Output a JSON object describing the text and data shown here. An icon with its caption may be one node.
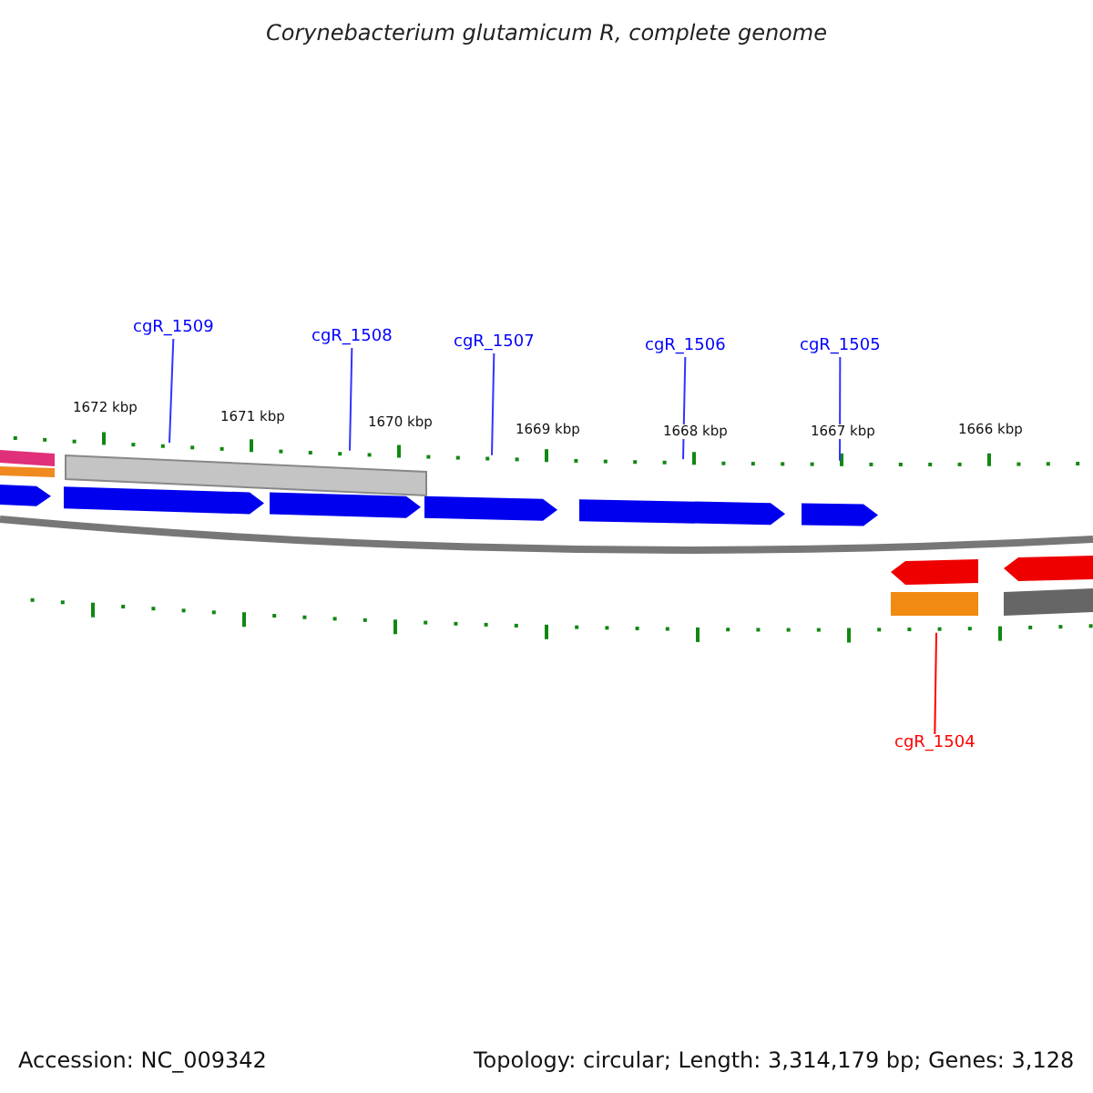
{
  "diagram": {
    "title": "Corynebacterium glutamicum R, complete genome",
    "nodes": [
      {
        "text": [
          "cgR_1509"
        ]
      },
      {
        "text": [
          "cgR_1508"
        ]
      },
      {
        "text": [
          "cgR_1507"
        ]
      },
      {
        "text": [
          "cgR_1506"
        ]
      },
      {
        "text": [
          "cgR_1505"
        ]
      },
      {
        "text": [
          "cgR_1504"
        ]
      },
      {
        "text": [],
        "shape": "scale"
      },
      {
        "text": [],
        "shape": "scale"
      }
    ],
    "edges": [
      {
        "from": 0,
        "to": 6,
        "arrow": "none"
      },
      {
        "from": 1,
        "to": 6,
        "arrow": "none"
      },
      {
        "from": 2,
        "to": 6,
        "arrow": "none"
      },
      {
        "from": 3,
        "to": 6,
        "arrow": "none"
      },
      {
        "from": 4,
        "to": 6,
        "arrow": "none"
      },
      {
        "from": 5,
        "to": 7,
        "arrow": "none",
        "color": "#ff0000"
      }
    ],
    "labels": [
      "1672 kbp",
      "1671 kbp",
      "1670 kbp",
      "1669 kbp",
      "1668 kbp",
      "1667 kbp",
      "1666 kbp",
      "Accession: NC_009342",
      "Topology: circular; Length: 3,314,179 bp; Genes: 3,128"
    ]
  }
}
